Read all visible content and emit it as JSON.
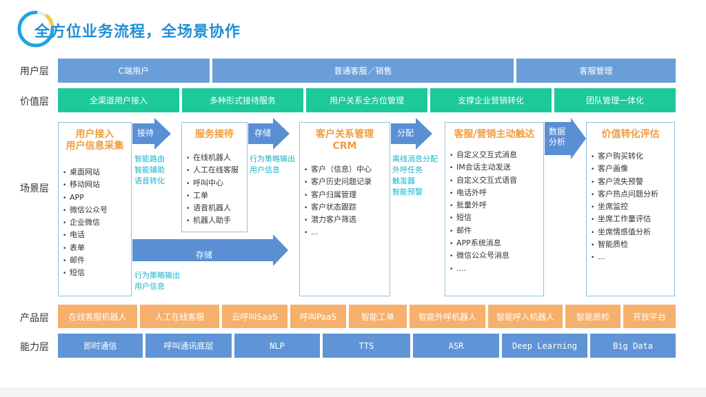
{
  "title": "全方位业务流程，全场景协作",
  "layers": {
    "user": "用户层",
    "value": "价值层",
    "scene": "场景层",
    "product": "产品层",
    "capability": "能力层"
  },
  "user_row": [
    "C端用户",
    "普通客服／销售",
    "客服管理"
  ],
  "value_row": [
    "全渠道用户接入",
    "多种形式接待服务",
    "用户关系全方位管理",
    "支撑企业营销转化",
    "团队管理一体化"
  ],
  "stages": [
    {
      "title_lines": [
        "用户接入",
        "用户信息采集"
      ],
      "items": [
        "桌面网站",
        "移动网站",
        "APP",
        "微信公众号",
        "企业微信",
        "电话",
        "表单",
        "邮件",
        "短信"
      ]
    },
    {
      "title_lines": [
        "服务接待"
      ],
      "items": [
        "在线机器人",
        "人工在线客服",
        "呼叫中心",
        "工单",
        "语音机器人",
        "机器人助手"
      ]
    },
    {
      "title_lines": [
        "客户关系管理",
        "CRM"
      ],
      "items": [
        "客户（信息）中心",
        "客户历史问题记录",
        "客户归属管理",
        "客户状态跟踪",
        "潜力客户筛选",
        "..."
      ]
    },
    {
      "title_lines": [
        "客服/营销主动触达"
      ],
      "items": [
        "自定义交互式消息",
        "IM会话主动发送",
        "自定义交互式语音",
        "电话外呼",
        "批量外呼",
        "短信",
        "邮件",
        "APP系统消息",
        "微信公众号消息",
        "...."
      ]
    },
    {
      "title_lines": [
        "价值转化评估"
      ],
      "items": [
        "客户购买转化",
        "客户画像",
        "客户流失预警",
        "客户热点问题分析",
        "坐席监控",
        "坐席工作量评估",
        "坐席情感值分析",
        "智能质检",
        "..."
      ]
    }
  ],
  "arrows": {
    "a1": "接待",
    "a2": "存储",
    "a3": "分配",
    "a4": [
      "数据",
      "分析"
    ],
    "long": "存储"
  },
  "notes": {
    "n1": [
      "智能路由",
      "智能辅助",
      "语音转化"
    ],
    "n2": [
      "行为策略输出",
      "用户信息"
    ],
    "n3": [
      "离线消息分配",
      "外呼任务",
      "触发器",
      "智能预警"
    ],
    "n4": [
      "行为策略输出",
      "用户信息"
    ]
  },
  "product_row": [
    "在线客服机器人",
    "人工在线客服",
    "云呼叫SaaS",
    "呼叫PaaS",
    "智能工单",
    "智能外呼机器人",
    "智能呼入机器人",
    "智能质检",
    "开放平台"
  ],
  "capability_row": [
    "即时通信",
    "呼叫通讯底层",
    "NLP",
    "TTS",
    "ASR",
    "Deep Learning",
    "Big Data"
  ],
  "colors": {
    "title": "#1f8ed6",
    "user_row": "#6a9ed8",
    "value_row": "#1dc89a",
    "product_row": "#f6b06c",
    "capability_row": "#5f95d6",
    "stage_title": "#f29c3d",
    "note_text": "#1ab3c8",
    "arrow": "#5b8fd4"
  }
}
